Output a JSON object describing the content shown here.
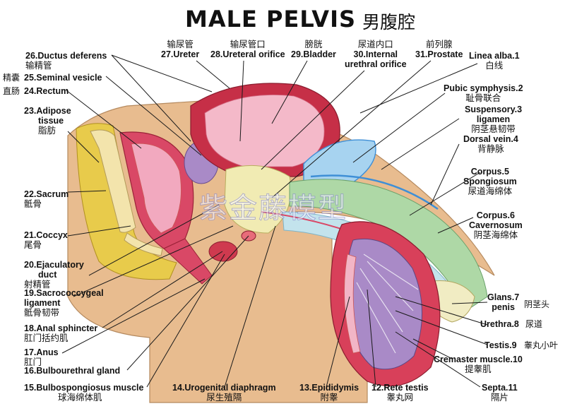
{
  "title": "MALE PELVIS",
  "title_cn": "男腹腔",
  "watermark": "紫金藤模型",
  "colors": {
    "skin": "#e6b98d",
    "fat": "#e9cd4d",
    "muscle": "#d8405a",
    "bladder_wall": "#c42f45",
    "mucosa": "#f3b7c8",
    "prostate": "#f1ecb4",
    "vesicle": "#a98ac7",
    "bone": "#f2e2a8",
    "spongiosum": "#bfe0e8",
    "cavernosum": "#a9d6a5",
    "ligament": "#3f8fd6"
  },
  "labels": [
    {
      "id": "l26",
      "lines": [
        "26.Ductus deferens",
        "输精管"
      ]
    },
    {
      "id": "l27",
      "lines": [
        "输尿管",
        "27.Ureter"
      ]
    },
    {
      "id": "l28",
      "lines": [
        "输尿管口",
        "28.Ureteral orifice"
      ]
    },
    {
      "id": "l29",
      "lines": [
        "膀胱",
        "29.Bladder"
      ]
    },
    {
      "id": "l30",
      "lines": [
        "尿道内口",
        "30.Internal",
        "urethral orifice"
      ]
    },
    {
      "id": "l31",
      "lines": [
        "前列腺",
        "31.Prostate"
      ]
    },
    {
      "id": "l1",
      "lines": [
        "Linea alba.1",
        "白线"
      ]
    },
    {
      "id": "l25",
      "lines": [
        "25.Seminal vesicle"
      ]
    },
    {
      "id": "l25cn",
      "lines": [
        "精囊"
      ]
    },
    {
      "id": "l24",
      "lines": [
        "24.Rectum"
      ]
    },
    {
      "id": "l24cn",
      "lines": [
        "直肠"
      ]
    },
    {
      "id": "l23",
      "lines": [
        "23.Adipose",
        "tissue",
        "脂肪"
      ]
    },
    {
      "id": "l2",
      "lines": [
        "Pubic symphysis.2",
        "耻骨联合"
      ]
    },
    {
      "id": "l3",
      "lines": [
        "Suspensory.3",
        "ligamen",
        "阴茎悬韧带"
      ]
    },
    {
      "id": "l4",
      "lines": [
        "Dorsal vein.4",
        "背静脉"
      ]
    },
    {
      "id": "l22",
      "lines": [
        "22.Sacrum",
        "骶骨"
      ]
    },
    {
      "id": "l5",
      "lines": [
        "Corpus.5",
        "Spongiosum",
        "尿道海绵体"
      ]
    },
    {
      "id": "l6",
      "lines": [
        "Corpus.6",
        "Cavernosum",
        "阴茎海绵体"
      ]
    },
    {
      "id": "l21",
      "lines": [
        "21.Coccyx",
        "尾骨"
      ]
    },
    {
      "id": "l20",
      "lines": [
        "20.Ejaculatory",
        "duct",
        "射精管"
      ]
    },
    {
      "id": "l19",
      "lines": [
        "19.Sacrococcygeal",
        "ligament",
        "骶骨韧带"
      ]
    },
    {
      "id": "l18",
      "lines": [
        "18.Anal sphincter",
        "肛门括约肌"
      ]
    },
    {
      "id": "l17",
      "lines": [
        "17.Anus",
        "肛门"
      ]
    },
    {
      "id": "l16",
      "lines": [
        "16.Bulbourethral gland"
      ]
    },
    {
      "id": "l15",
      "lines": [
        "15.Bulbospongiosus muscle",
        "球海绵体肌"
      ]
    },
    {
      "id": "l14",
      "lines": [
        "14.Urogenital diaphragm",
        "尿生殖隔"
      ]
    },
    {
      "id": "l13",
      "lines": [
        "13.Epididymis",
        "附睾"
      ]
    },
    {
      "id": "l12",
      "lines": [
        "12.Rete testis",
        "睾丸网"
      ]
    },
    {
      "id": "l7",
      "lines": [
        "Glans.7",
        "penis"
      ]
    },
    {
      "id": "l7cn",
      "lines": [
        "阴茎头"
      ]
    },
    {
      "id": "l8",
      "lines": [
        "Urethra.8"
      ]
    },
    {
      "id": "l8cn",
      "lines": [
        "尿道"
      ]
    },
    {
      "id": "l9",
      "lines": [
        "Testis.9"
      ]
    },
    {
      "id": "l9cn",
      "lines": [
        "睾丸小叶"
      ]
    },
    {
      "id": "l10",
      "lines": [
        "Cremaster muscle.10",
        "提睾肌"
      ]
    },
    {
      "id": "l11",
      "lines": [
        "Septa.11",
        "隔片"
      ]
    }
  ]
}
